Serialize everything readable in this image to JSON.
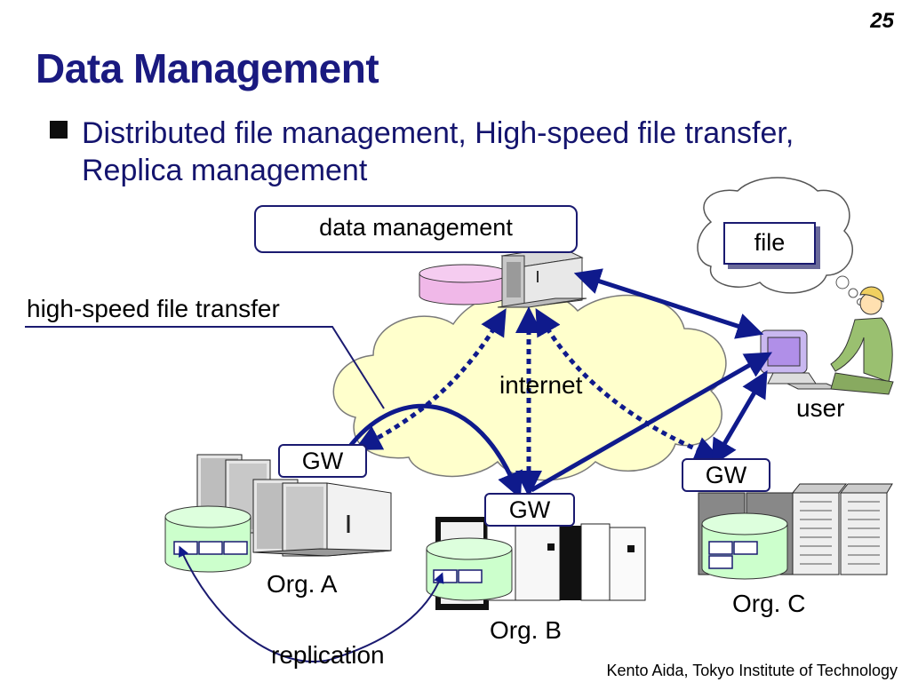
{
  "slide": {
    "page_number": "25",
    "title": "Data Management",
    "bullet": "Distributed file management, High-speed file transfer, Replica management",
    "footer": "Kento Aida, Tokyo Institute of Technology"
  },
  "diagram": {
    "data_management_label": "data management",
    "file_label": "file",
    "transfer_label": "high-speed file transfer",
    "internet_label": "internet",
    "user_label": "user",
    "gateway_label": "GW",
    "org_a_label": "Org. A",
    "org_b_label": "Org. B",
    "org_c_label": "Org. C",
    "replication_label": "replication"
  },
  "colors": {
    "title": "#1a1a80",
    "arrow": "#0f1a8c",
    "cloud_fill": "#ffffcc",
    "disk_pink": "#f0b8e8",
    "disk_green": "#ccffcc"
  }
}
